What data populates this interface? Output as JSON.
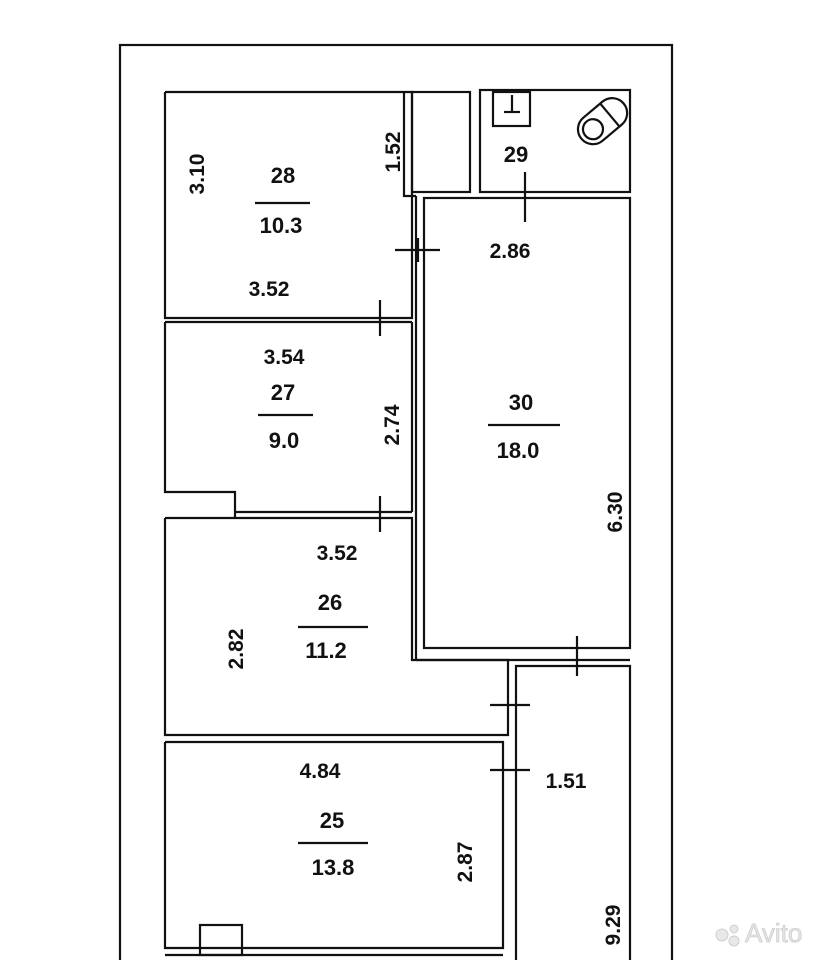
{
  "rooms": [
    {
      "number": "28",
      "area": "10.3",
      "dims": [
        "3.10",
        "3.52",
        "1.52"
      ]
    },
    {
      "number": "27",
      "area": "9.0",
      "dims": [
        "3.54",
        "2.74"
      ]
    },
    {
      "number": "26",
      "area": "11.2",
      "dims": [
        "3.52",
        "2.82"
      ]
    },
    {
      "number": "25",
      "area": "13.8",
      "dims": [
        "4.84",
        "2.87"
      ]
    },
    {
      "number": "29",
      "dims": [
        "2.86"
      ]
    },
    {
      "number": "30",
      "area": "18.0",
      "dims": [
        "6.30"
      ]
    },
    {
      "dims": [
        "1.51",
        "9.29"
      ]
    }
  ],
  "watermark": "Avito"
}
